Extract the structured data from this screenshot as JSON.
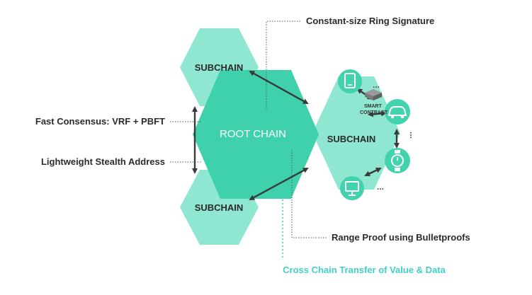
{
  "labels": {
    "ring_signature": "Constant-size Ring Signature",
    "fast_consensus": "Fast Consensus: VRF + PBFT",
    "stealth_address": "Lightweight Stealth Address",
    "range_proof": "Range Proof using Bulletproofs",
    "cross_chain": "Cross Chain Transfer of Value & Data"
  },
  "hexagons": {
    "root": "ROOT CHAIN",
    "subchain_top": "SUBCHAIN",
    "subchain_bottom": "SUBCHAIN",
    "subchain_right": "SUBCHAIN"
  },
  "smart_contract": {
    "line1": "SMART",
    "line2": "CONTRACT"
  },
  "ellipsis": "...",
  "icons": [
    "tablet-icon",
    "car-icon",
    "watch-icon",
    "monitor-icon",
    "server-icon"
  ],
  "colors": {
    "root_hex": "#3ed1ab",
    "sub_hex": "#8fe6d1",
    "device_circle": "#42d3ae",
    "label_text": "#2b2b2b",
    "cross_chain_text": "#3fd0c9",
    "arrow": "#3a3a3a"
  }
}
